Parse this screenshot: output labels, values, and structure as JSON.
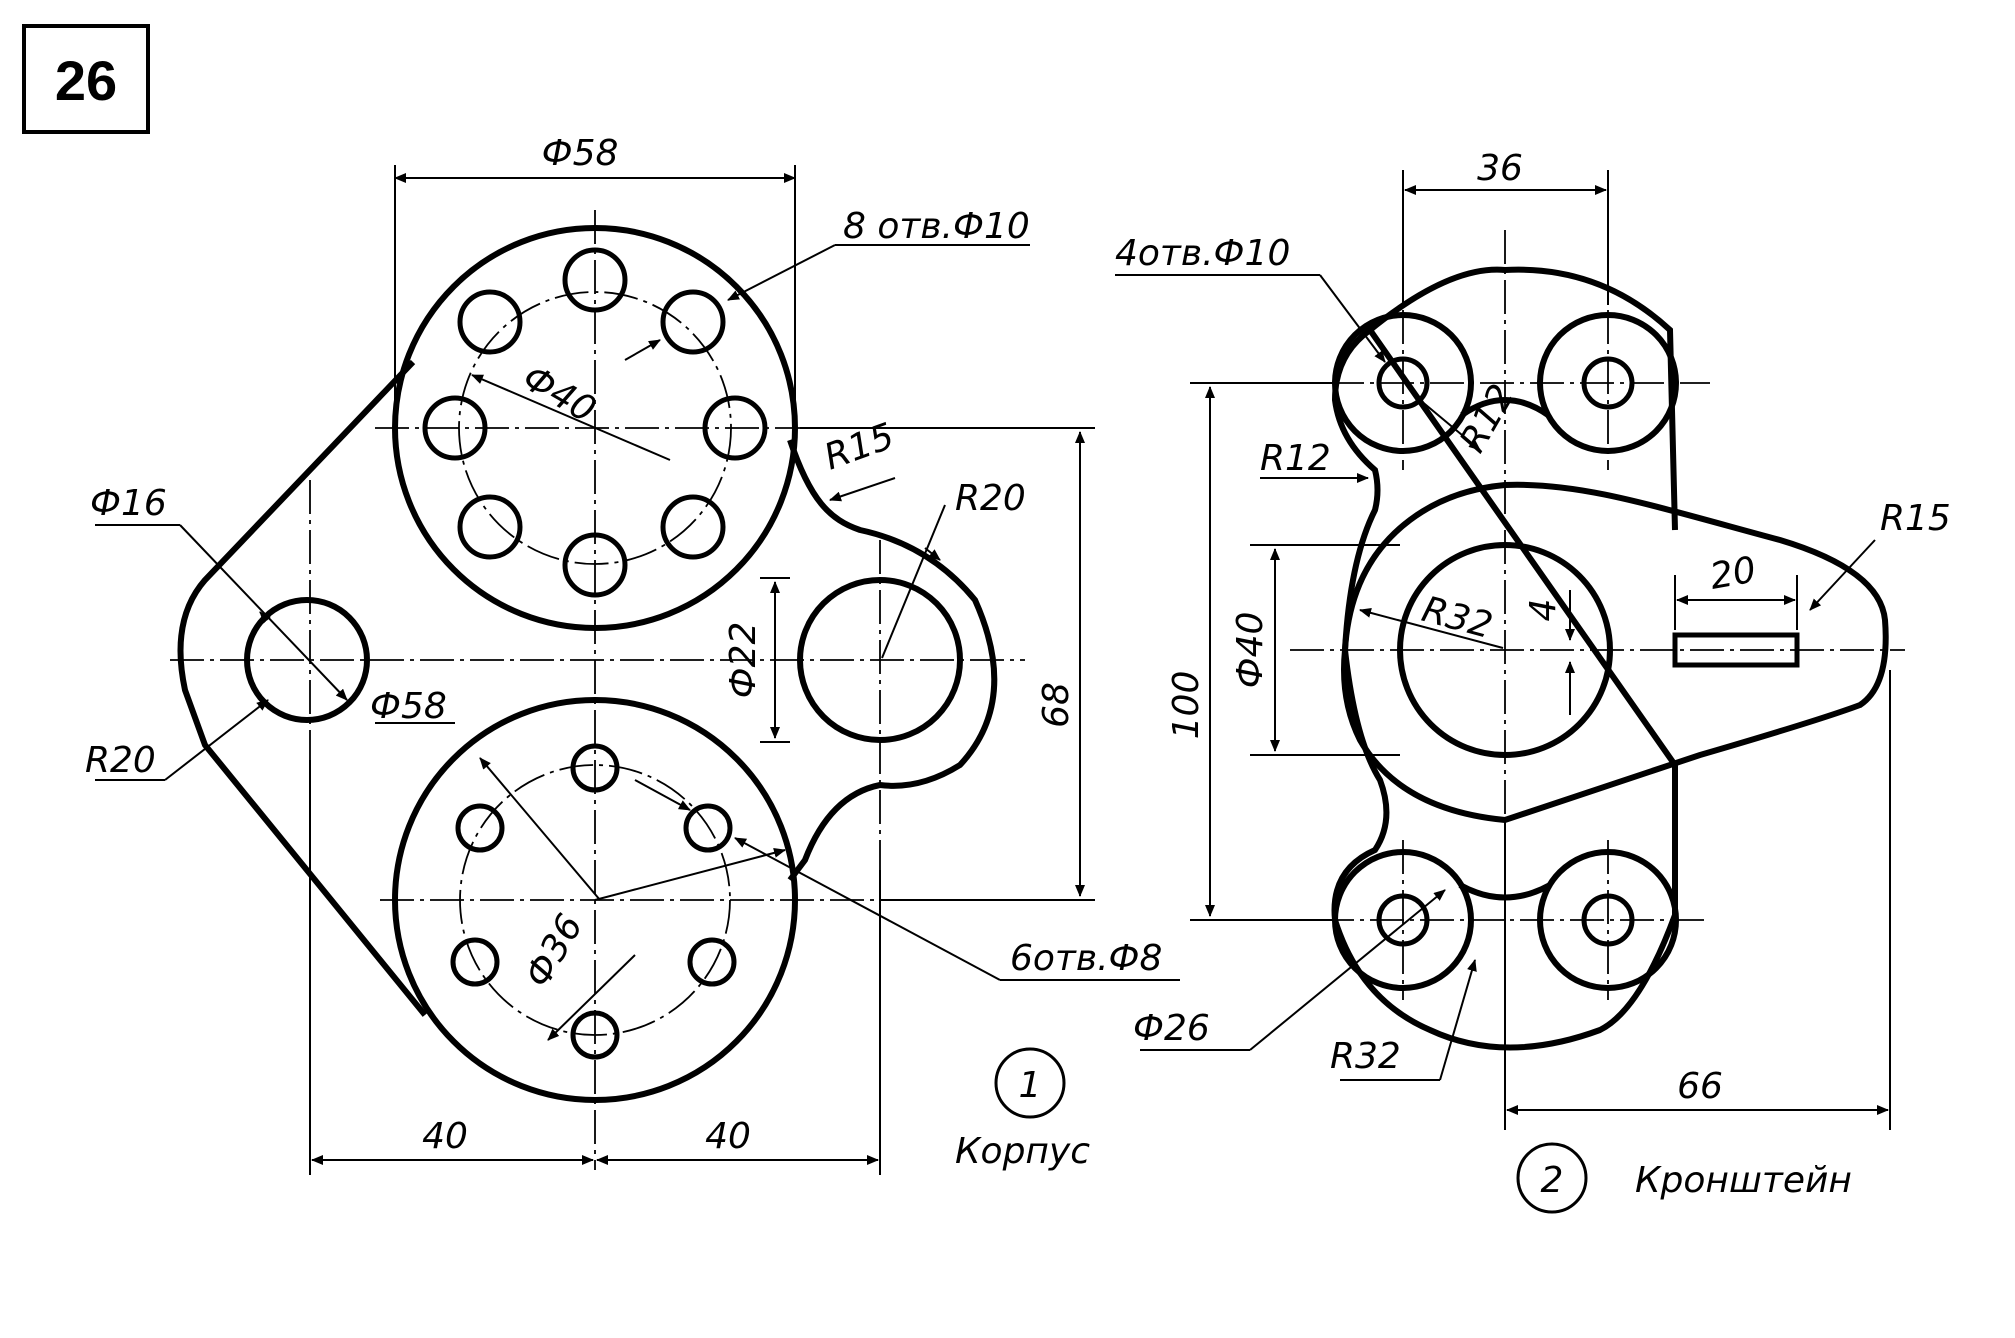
{
  "sheet_number": "26",
  "part1": {
    "index": "1",
    "name": "Корпус",
    "dims": {
      "phi58_top": "Ф58",
      "holes8": "8 отв.Ф10",
      "phi40": "Ф40",
      "r15": "R15",
      "r20_right": "R20",
      "phi16": "Ф16",
      "phi58_bottom": "Ф58",
      "phi22": "Ф22",
      "d68": "68",
      "r20_left": "R20",
      "phi36": "Ф36",
      "holes6": "6отв.Ф8",
      "d40_left": "40",
      "d40_right": "40"
    }
  },
  "part2": {
    "index": "2",
    "name": "Кронштейн",
    "dims": {
      "d36": "36",
      "holes4": "4отв.Ф10",
      "r12_left": "R12",
      "r12_mid": "R12",
      "r15": "R15",
      "d20": "20",
      "phi40": "Ф40",
      "r32_in": "R32",
      "d4": "4",
      "d100": "100",
      "phi26": "Ф26",
      "r32_out": "R32",
      "d66": "66"
    }
  }
}
